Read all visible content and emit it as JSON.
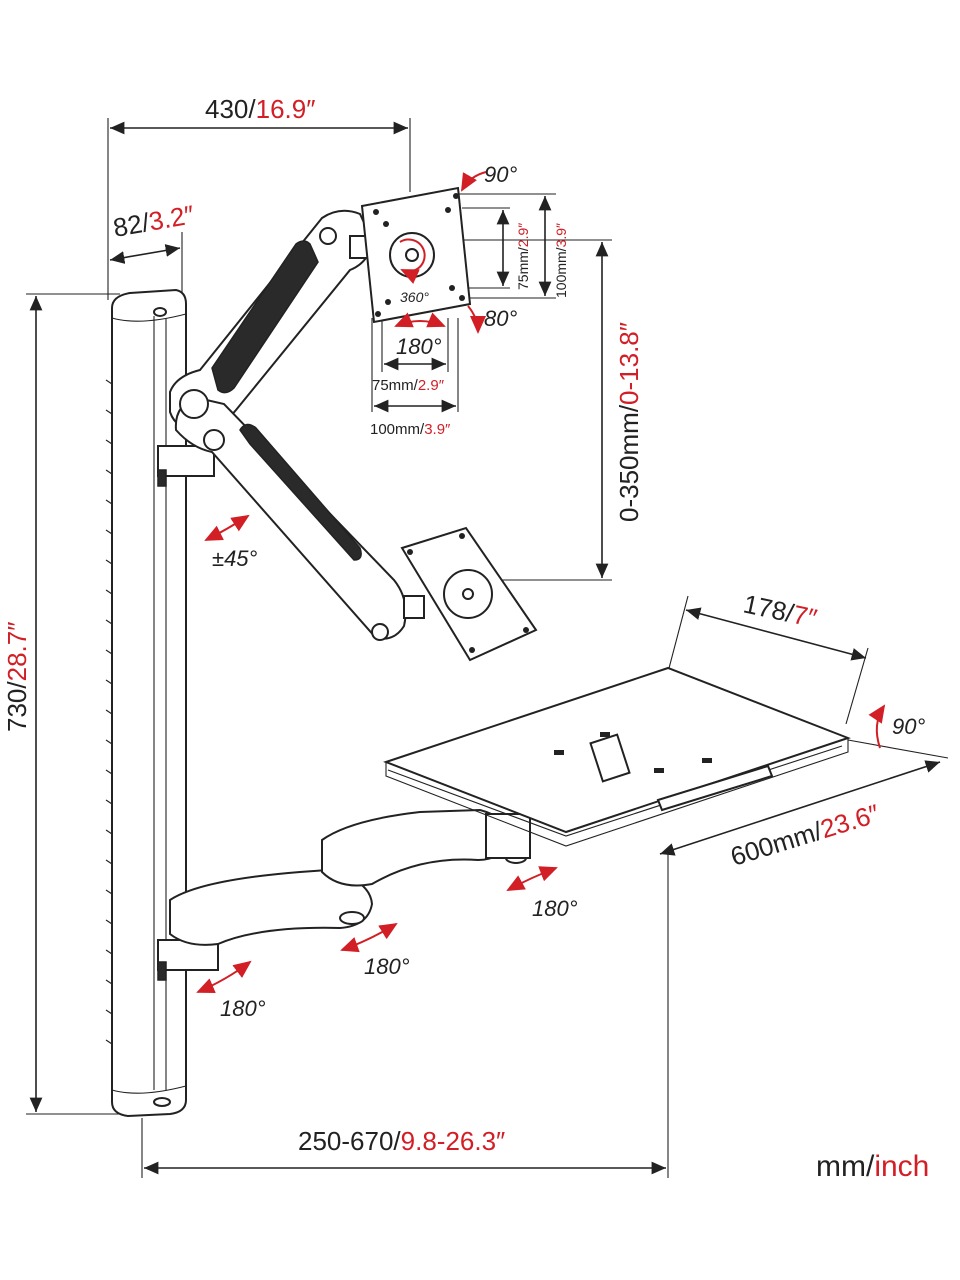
{
  "dimensions": {
    "top_width": {
      "mm": "430/",
      "inch": "16.9″"
    },
    "pole_depth": {
      "mm": "82/",
      "inch": "3.2″"
    },
    "height": {
      "mm": "730/",
      "inch": "28.7″"
    },
    "vertical_travel": {
      "mm": "0-350mm/",
      "inch": "0-13.8″"
    },
    "vesa_h_small": {
      "mm": "75mm/",
      "inch": "2.9″"
    },
    "vesa_h_large": {
      "mm": "100mm/",
      "inch": "3.9″"
    },
    "vesa_v_small": {
      "mm": "75mm/",
      "inch": "2.9″"
    },
    "vesa_v_large": {
      "mm": "100mm/",
      "inch": "3.9″"
    },
    "tray_depth": {
      "mm": "178/",
      "inch": "7″"
    },
    "tray_width": {
      "mm": "600mm/",
      "inch": "23.6″"
    },
    "reach": {
      "mm": "250-670/",
      "inch": "9.8-26.3″"
    }
  },
  "angles": {
    "tilt_up": "90°",
    "tilt_down": "80°",
    "rotation": "360°",
    "swivel_head": "180°",
    "arm_tilt": "±45°",
    "tray_tilt": "90°",
    "swivel_tray": "180°",
    "swivel_mid": "180°",
    "swivel_base": "180°"
  },
  "units": {
    "mm": "mm/",
    "inch": "inch"
  },
  "colors": {
    "accent": "#d21f26",
    "line": "#222222"
  }
}
